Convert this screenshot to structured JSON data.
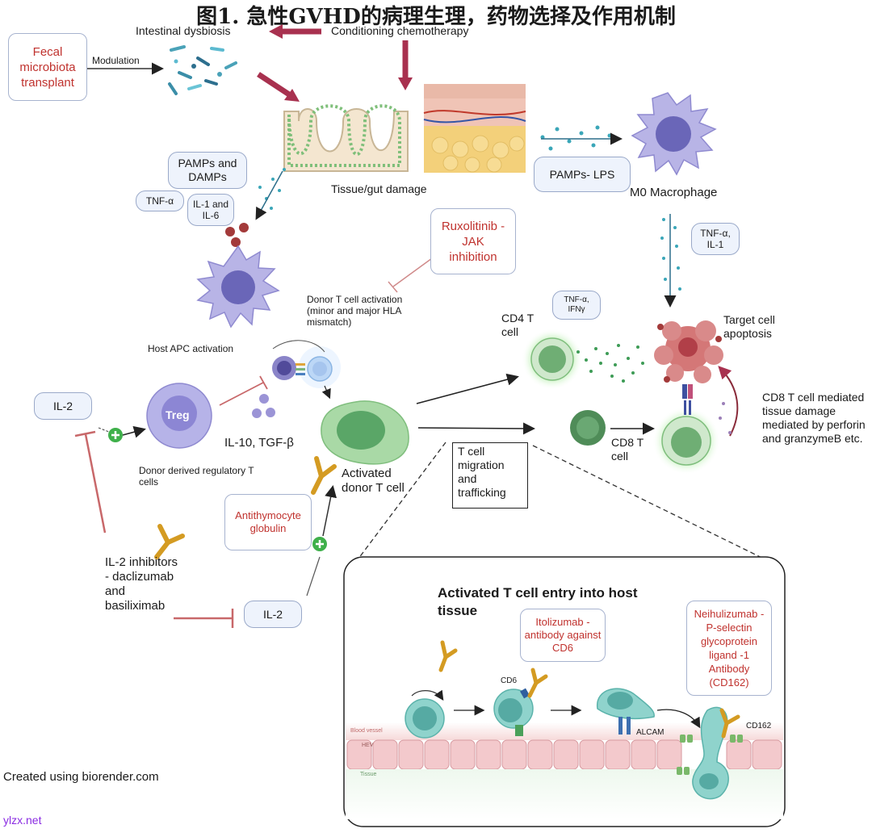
{
  "title": "图1. 急性GVHD的病理生理，药物选择及作用机制",
  "labels": {
    "intestinal_dysbiosis": "Intestinal dysbiosis",
    "conditioning_chemo": "Conditioning chemotherapy",
    "fecal_microbiota": "Fecal microbiota transplant",
    "modulation": "Modulation",
    "tissue_gut_damage": "Tissue/gut damage",
    "pamps_damps": "PAMPs and DAMPs",
    "tnf_alpha": "TNF-α",
    "il1_il6": "IL-1 and IL-6",
    "pamps_lps": "PAMPs- LPS",
    "m0_macrophage": "M0 Macrophage",
    "tnf_il1": "TNF-α, IL-1",
    "ruxolitinib": "Ruxolitinib - JAK inhibition",
    "donor_t_activation": "Donor T cell activation (minor and major HLA mismatch)",
    "host_apc": "Host APC activation",
    "cd4_t_cell": "CD4 T cell",
    "tnf_ifn": "TNF-α, IFNγ",
    "target_apoptosis": "Target cell apoptosis",
    "il2_left": "IL-2",
    "treg": "Treg",
    "il10_tgf": "IL-10, TGF-β",
    "donor_treg": "Donor derived regulatory T cells",
    "activated_donor": "Activated donor T cell",
    "cd8_t_cell": "CD8 T cell",
    "cd8_mediated": "CD8 T cell mediated tissue damage mediated by perforin and granzymeB etc.",
    "migration": "T cell migration and trafficking",
    "atg": "Antithymocyte globulin",
    "il2_inhibitors": "IL-2 inhibitors - daclizumab and basiliximab",
    "il2_bottom": "IL-2",
    "inset_title": "Activated T cell entry into host tissue",
    "itolizumab": "Itolizumab - antibody against CD6",
    "neihulizumab": "Neihulizumab -P-selectin glycoprotein ligand -1 Antibody (CD162)",
    "cd6": "CD6",
    "alcam": "ALCAM",
    "cd162": "CD162",
    "blood_vessel": "Blood vessel",
    "hev": "HEV",
    "tissue": "Tissue",
    "created_using": "Created using biorender.com",
    "watermark": "ylzx.net"
  },
  "colors": {
    "red_text": "#c0322e",
    "arrow_dark_red": "#a8314f",
    "cell_purple": "#a6a3dc",
    "t_cell_green": "#8cc79a",
    "inset_teal": "#6cc3bd"
  }
}
